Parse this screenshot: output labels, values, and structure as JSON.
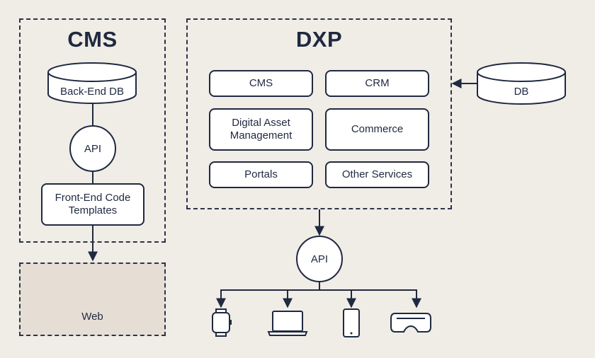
{
  "cms_panel": {
    "title": "CMS",
    "db_label": "Back-End DB",
    "api_label": "API",
    "templates_label": "Front-End Code\nTemplates"
  },
  "web_panel": {
    "label": "Web",
    "icons": [
      "laptop-icon",
      "phone-icon"
    ]
  },
  "dxp_panel": {
    "title": "DXP",
    "services": [
      "CMS",
      "CRM",
      "Digital Asset\nManagement",
      "Commerce",
      "Portals",
      "Other Services"
    ]
  },
  "external_db": {
    "label": "DB"
  },
  "dxp_api": {
    "label": "API"
  },
  "devices": [
    "watch-icon",
    "laptop-icon",
    "phone-icon",
    "vr-headset-icon"
  ],
  "colors": {
    "background": "#f0ece6",
    "ink": "#1f2940",
    "web_panel_fill": "#e6ded5",
    "box_fill": "#ffffff"
  }
}
